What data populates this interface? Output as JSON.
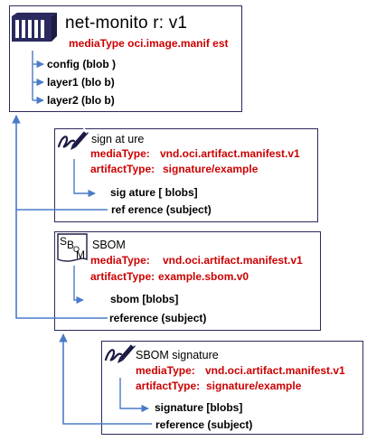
{
  "colors": {
    "box_border": "#2a2a5e",
    "red_text": "#cc0000",
    "arrow": "#4a7ac8"
  },
  "manifest": {
    "title": "net-monito r: v1",
    "media_type": "mediaType oci.image.manif est",
    "items": [
      "config (blob )",
      "layer1 (blo b)",
      "layer2 (blo b)"
    ],
    "icon": "container-icon"
  },
  "signature": {
    "title": "sign at ure",
    "media_type_key": "mediaType:",
    "media_type_value": "vnd.oci.artifact.manifest.v1",
    "artifact_type_key": "artifactType:",
    "artifact_type_value": "signature/example",
    "blobs": "sig ature [ blobs]",
    "reference": "ref erence (subject)",
    "icon": "pen-signature-icon"
  },
  "sbom": {
    "title": "SBOM",
    "media_type_key": "mediaType:",
    "media_type_value": "vnd.oci.artifact.manifest.v1",
    "artifact_type_key": "artifactType:",
    "artifact_type_value": "example.sbom.v0",
    "blobs": "sbom [blobs]",
    "reference": "reference (subject)",
    "icon": "sbom-document-icon",
    "icon_text_s": "S",
    "icon_text_b": "B",
    "icon_text_o": "O",
    "icon_text_m": "M"
  },
  "sbom_signature": {
    "title": "SBOM signature",
    "media_type_key": "mediaType:",
    "media_type_value": "vnd.oci.artifact.manifest.v1",
    "artifact_type_key": "artifactType:",
    "artifact_type_value": "signature/example",
    "blobs": "signature [blobs]",
    "reference": "reference (subject)",
    "icon": "pen-signature-icon"
  }
}
